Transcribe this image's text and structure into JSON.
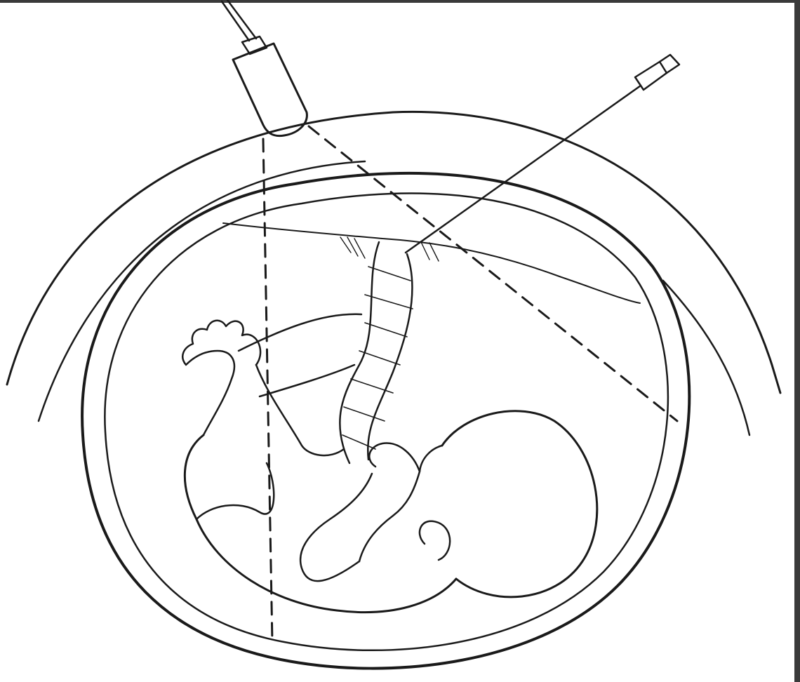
{
  "figure": {
    "kind": "line-illustration",
    "content_summary_visible": "",
    "colors": {
      "ink": "#1a1a1a",
      "background": "#ffffff",
      "border": "#3a3a3a"
    },
    "elements": [
      "abdominal-wall",
      "uterus",
      "ultrasound-transducer",
      "transducer-cable",
      "needle",
      "needle-hub",
      "ultrasound-beam-vertical",
      "ultrasound-beam-oblique",
      "placenta",
      "umbilical-cord",
      "fetus"
    ]
  }
}
